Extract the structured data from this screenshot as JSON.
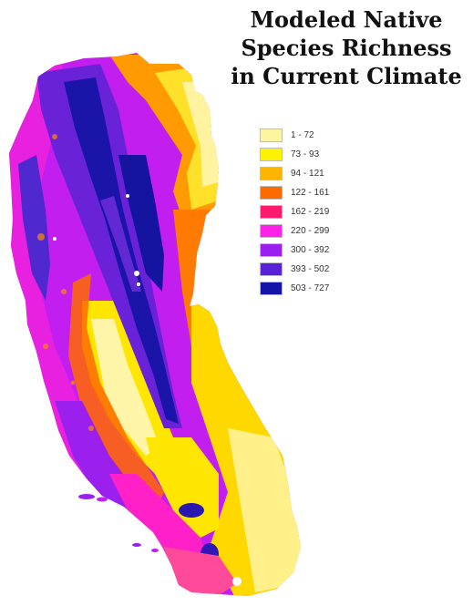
{
  "title": {
    "line1": "Modeled Native",
    "line2": "Species Richness",
    "line3": "in Current Climate"
  },
  "legend": {
    "items": [
      {
        "label": "1 - 72",
        "color": "#fff5a0"
      },
      {
        "label": "73 - 93",
        "color": "#fff200"
      },
      {
        "label": "94 - 121",
        "color": "#ffb400"
      },
      {
        "label": "122 - 161",
        "color": "#ff6a00"
      },
      {
        "label": "162 - 219",
        "color": "#ff1a6e"
      },
      {
        "label": "220 - 299",
        "color": "#ff22e6"
      },
      {
        "label": "300 - 392",
        "color": "#9b1ef0"
      },
      {
        "label": "393 - 502",
        "color": "#5a22d8"
      },
      {
        "label": "503 - 727",
        "color": "#1414a8"
      }
    ]
  }
}
